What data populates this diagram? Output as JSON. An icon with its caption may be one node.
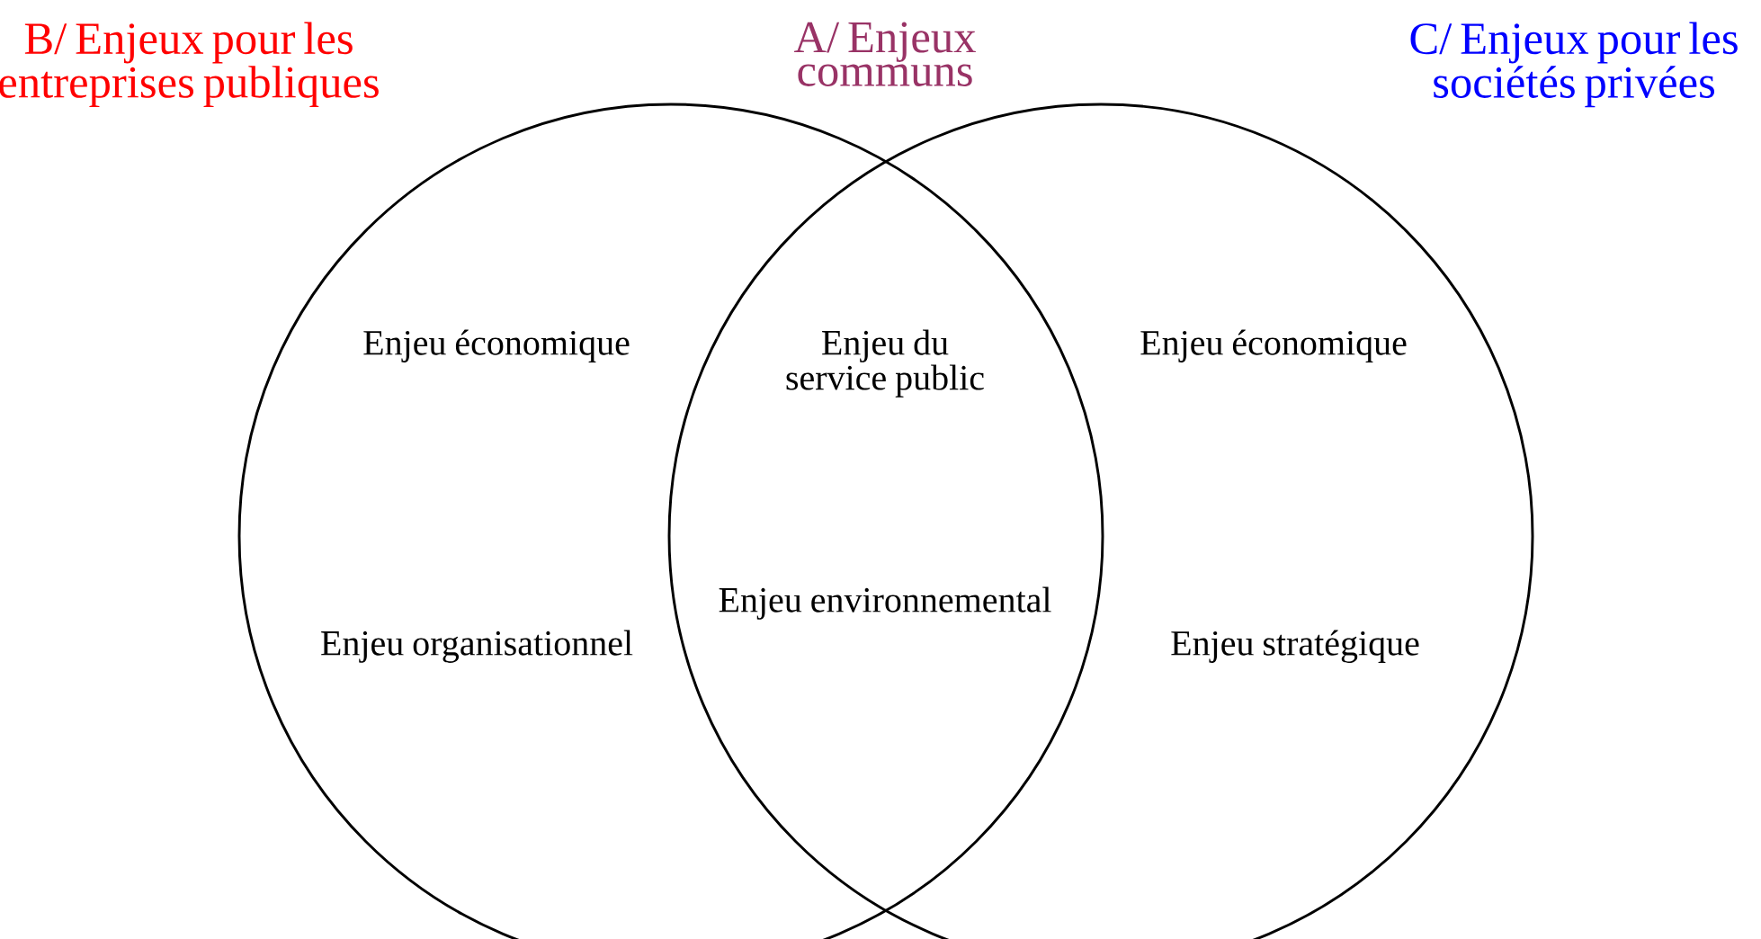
{
  "diagram": {
    "nodes": [
      {
        "text": [
          "B/ Enjeux pour les entreprises publiques"
        ]
      },
      {
        "text": [
          "C/ Enjeux pour les sociétés privées"
        ]
      }
    ],
    "edges": [],
    "labels": [
      "A/ Enjeux communs",
      "Enjeu économique",
      "Enjeu du service public",
      "Enjeu économique",
      "Enjeu environnemental",
      "Enjeu organisationnel",
      "Enjeu stratégique"
    ]
  }
}
